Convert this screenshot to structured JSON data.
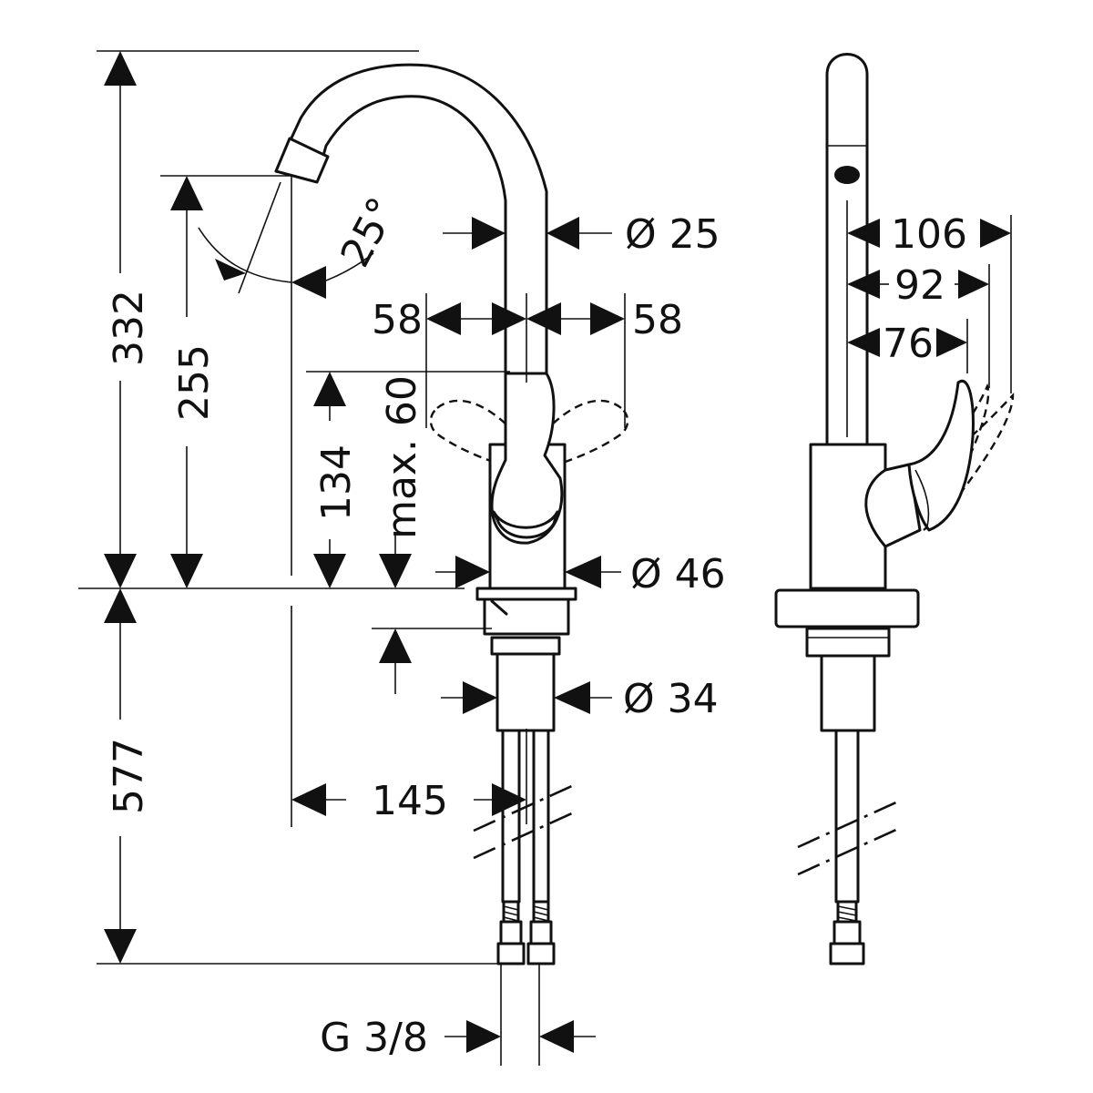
{
  "dimensions": {
    "total_height": "332",
    "spout_height": "255",
    "handle_height": "134",
    "handle_clearance": "max. 60",
    "below_counter": "577",
    "spout_reach": "145",
    "spout_angle": "25°",
    "spout_diameter": "Ø 25",
    "body_diameter": "Ø 46",
    "shank_diameter": "Ø 34",
    "swing_left": "58",
    "swing_right": "58",
    "side_depth_1": "106",
    "side_depth_2": "92",
    "side_depth_3": "76",
    "connection_thread": "G 3/8"
  }
}
